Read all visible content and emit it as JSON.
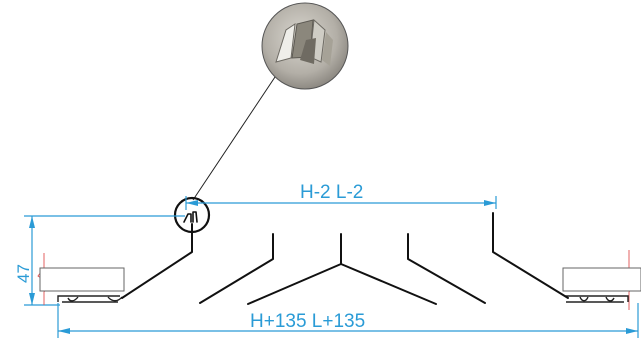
{
  "dimensions": {
    "top_label": "H-2  L-2",
    "bottom_label": "H+135  L+135",
    "height_label": "47"
  },
  "colors": {
    "dimension": "#2a9bd6",
    "profile": "#111111",
    "section_marks": "#e05050"
  },
  "detail_photo": {
    "icon": "clip-photo-icon"
  }
}
